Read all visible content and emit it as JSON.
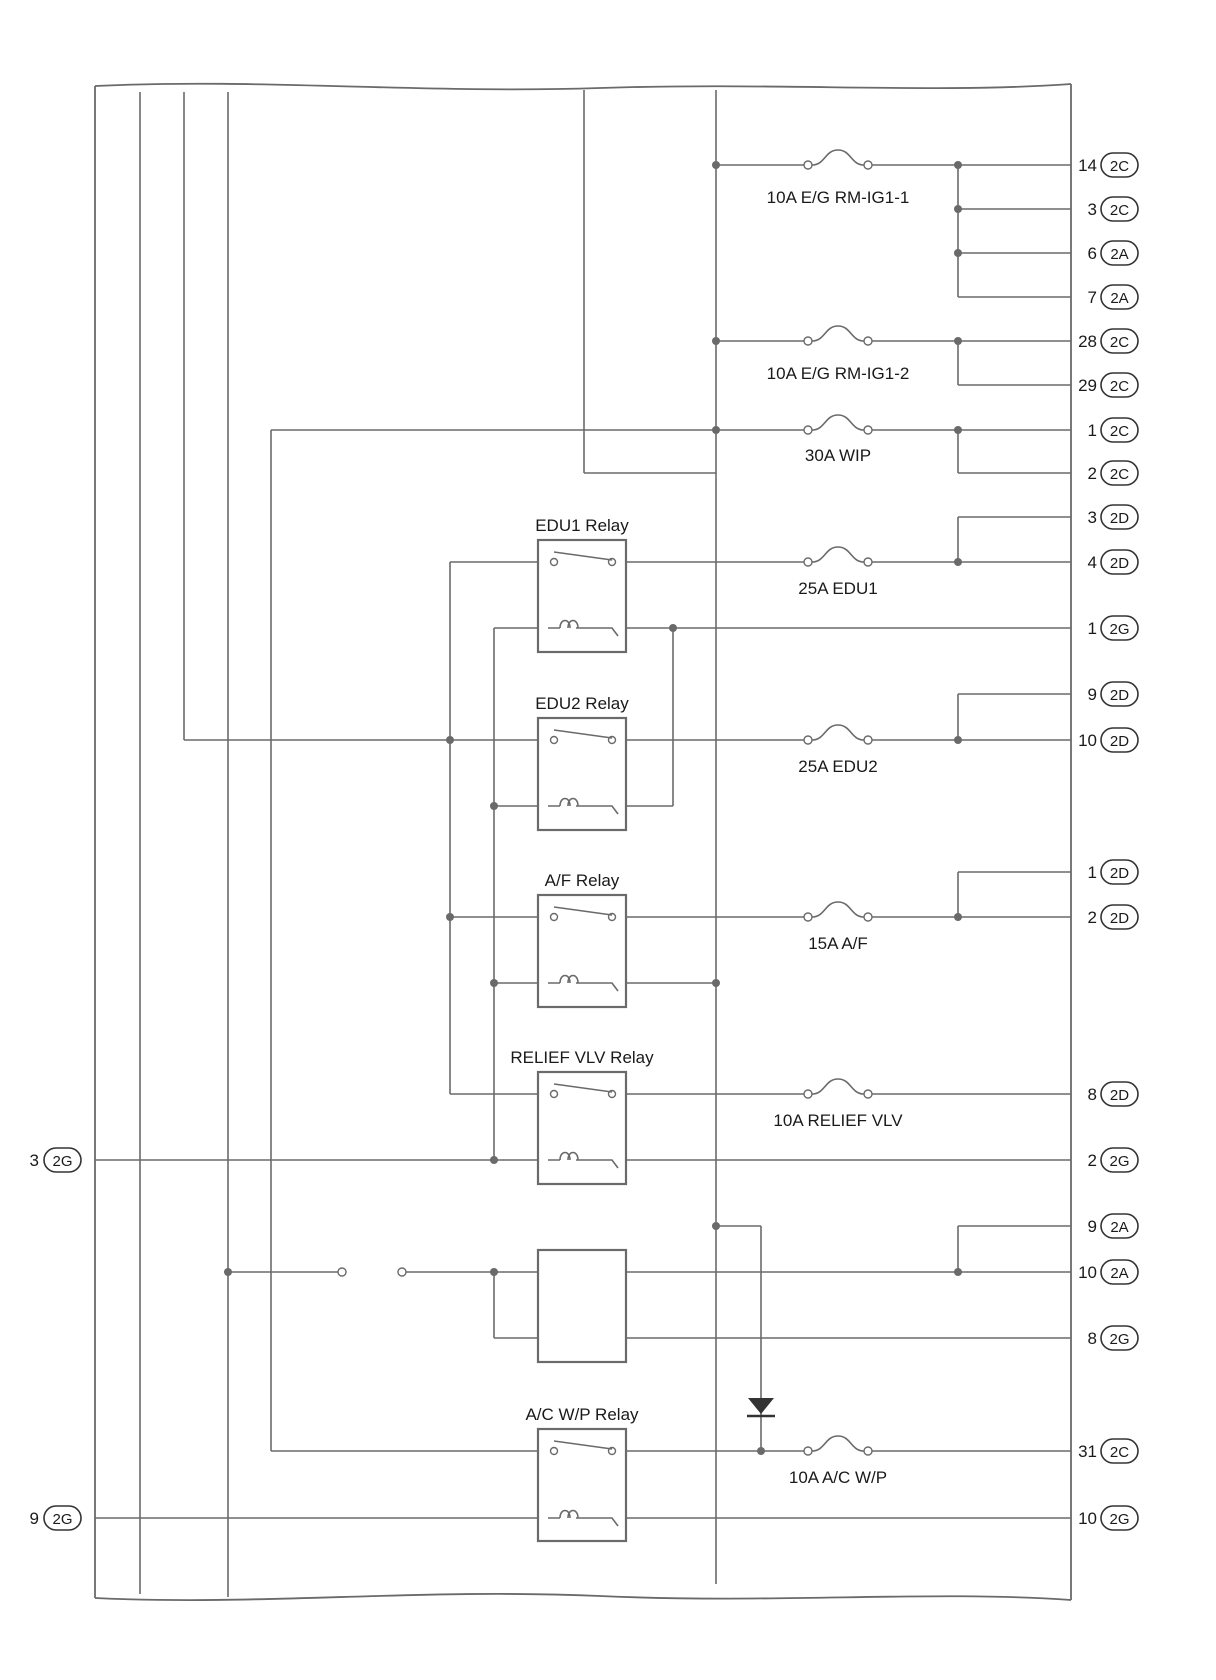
{
  "fuses": {
    "rm1": "10A E/G RM-IG1-1",
    "rm2": "10A E/G RM-IG1-2",
    "wip": "30A WIP",
    "edu1": "25A EDU1",
    "edu2": "25A EDU2",
    "af": "15A A/F",
    "relief": "10A RELIEF VLV",
    "acwp": "10A A/C W/P"
  },
  "relays": {
    "edu1": "EDU1 Relay",
    "edu2": "EDU2 Relay",
    "af": "A/F Relay",
    "relief": "RELIEF VLV Relay",
    "acwp": "A/C W/P Relay"
  },
  "terminals_right": [
    {
      "pin": "14",
      "conn": "2C"
    },
    {
      "pin": "3",
      "conn": "2C"
    },
    {
      "pin": "6",
      "conn": "2A"
    },
    {
      "pin": "7",
      "conn": "2A"
    },
    {
      "pin": "28",
      "conn": "2C"
    },
    {
      "pin": "29",
      "conn": "2C"
    },
    {
      "pin": "1",
      "conn": "2C"
    },
    {
      "pin": "2",
      "conn": "2C"
    },
    {
      "pin": "3",
      "conn": "2D"
    },
    {
      "pin": "4",
      "conn": "2D"
    },
    {
      "pin": "1",
      "conn": "2G"
    },
    {
      "pin": "9",
      "conn": "2D"
    },
    {
      "pin": "10",
      "conn": "2D"
    },
    {
      "pin": "1",
      "conn": "2D"
    },
    {
      "pin": "2",
      "conn": "2D"
    },
    {
      "pin": "8",
      "conn": "2D"
    },
    {
      "pin": "2",
      "conn": "2G"
    },
    {
      "pin": "9",
      "conn": "2A"
    },
    {
      "pin": "10",
      "conn": "2A"
    },
    {
      "pin": "8",
      "conn": "2G"
    },
    {
      "pin": "31",
      "conn": "2C"
    },
    {
      "pin": "10",
      "conn": "2G"
    }
  ],
  "terminals_left": [
    {
      "pin": "3",
      "conn": "2G"
    },
    {
      "pin": "9",
      "conn": "2G"
    }
  ]
}
